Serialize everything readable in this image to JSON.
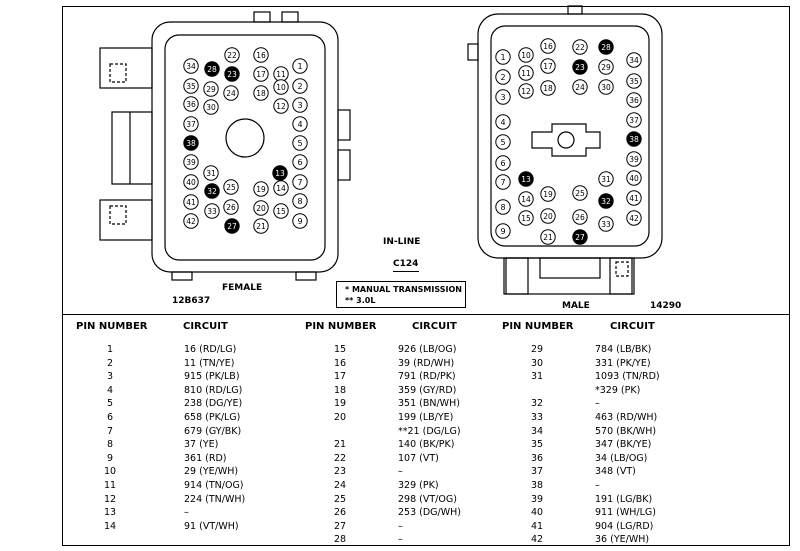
{
  "labels": {
    "female": "FEMALE",
    "female_part": "12B637",
    "inline": "IN-LINE",
    "connector": "C124",
    "male": "MALE",
    "male_part": "14290"
  },
  "note": {
    "line1": "*  MANUAL TRANSMISSION",
    "line2": "**  3.0L"
  },
  "table": {
    "headers": [
      "PIN NUMBER",
      "CIRCUIT",
      "PIN NUMBER",
      "CIRCUIT",
      "PIN NUMBER",
      "CIRCUIT"
    ],
    "col1": [
      {
        "pin": "1",
        "circuit": "16 (RD/LG)"
      },
      {
        "pin": "2",
        "circuit": "11 (TN/YE)"
      },
      {
        "pin": "3",
        "circuit": "915 (PK/LB)"
      },
      {
        "pin": "4",
        "circuit": "810 (RD/LG)"
      },
      {
        "pin": "5",
        "circuit": "238 (DG/YE)"
      },
      {
        "pin": "6",
        "circuit": "658 (PK/LG)"
      },
      {
        "pin": "7",
        "circuit": "679 (GY/BK)"
      },
      {
        "pin": "8",
        "circuit": "37 (YE)"
      },
      {
        "pin": "9",
        "circuit": "361 (RD)"
      },
      {
        "pin": "10",
        "circuit": "29 (YE/WH)"
      },
      {
        "pin": "11",
        "circuit": "914 (TN/OG)"
      },
      {
        "pin": "12",
        "circuit": "224 (TN/WH)"
      },
      {
        "pin": "13",
        "circuit": "–"
      },
      {
        "pin": "14",
        "circuit": "91 (VT/WH)"
      }
    ],
    "col2": [
      {
        "pin": "15",
        "circuit": "926 (LB/OG)"
      },
      {
        "pin": "16",
        "circuit": "39 (RD/WH)"
      },
      {
        "pin": "17",
        "circuit": "791 (RD/PK)"
      },
      {
        "pin": "18",
        "circuit": "359 (GY/RD)"
      },
      {
        "pin": "19",
        "circuit": "351 (BN/WH)"
      },
      {
        "pin": "20",
        "circuit": "199 (LB/YE)"
      },
      {
        "pin": "",
        "circuit": "**21 (DG/LG)"
      },
      {
        "pin": "21",
        "circuit": "140 (BK/PK)"
      },
      {
        "pin": "22",
        "circuit": "107 (VT)"
      },
      {
        "pin": "23",
        "circuit": "–"
      },
      {
        "pin": "24",
        "circuit": "329 (PK)"
      },
      {
        "pin": "25",
        "circuit": "298 (VT/OG)"
      },
      {
        "pin": "26",
        "circuit": "253 (DG/WH)"
      },
      {
        "pin": "27",
        "circuit": "–"
      },
      {
        "pin": "28",
        "circuit": "–"
      }
    ],
    "col3": [
      {
        "pin": "29",
        "circuit": "784 (LB/BK)"
      },
      {
        "pin": "30",
        "circuit": "331 (PK/YE)"
      },
      {
        "pin": "31",
        "circuit": "1093 (TN/RD)"
      },
      {
        "pin": "",
        "circuit": "*329 (PK)"
      },
      {
        "pin": "32",
        "circuit": "–"
      },
      {
        "pin": "33",
        "circuit": "463 (RD/WH)"
      },
      {
        "pin": "34",
        "circuit": "570 (BK/WH)"
      },
      {
        "pin": "35",
        "circuit": "347 (BK/YE)"
      },
      {
        "pin": "36",
        "circuit": "34 (LB/OG)"
      },
      {
        "pin": "37",
        "circuit": "348 (VT)"
      },
      {
        "pin": "38",
        "circuit": "–"
      },
      {
        "pin": "39",
        "circuit": "191 (LG/BK)"
      },
      {
        "pin": "40",
        "circuit": "911 (WH/LG)"
      },
      {
        "pin": "41",
        "circuit": "904 (LG/RD)"
      },
      {
        "pin": "42",
        "circuit": "36 (YE/WH)"
      }
    ]
  },
  "female_pins": {
    "filled": [
      "28",
      "23",
      "38",
      "13",
      "32",
      "27"
    ],
    "open": [
      "22",
      "16",
      "34",
      "17",
      "11",
      "1",
      "35",
      "29",
      "24",
      "18",
      "10",
      "2",
      "36",
      "30",
      "12",
      "3",
      "37",
      "4",
      "5",
      "39",
      "6",
      "31",
      "40",
      "25",
      "19",
      "14",
      "7",
      "41",
      "33",
      "26",
      "20",
      "8",
      "15",
      "42",
      "21",
      "9"
    ]
  },
  "male_pins": {
    "filled": [
      "28",
      "23",
      "38",
      "13",
      "32",
      "27"
    ],
    "open": [
      "1",
      "10",
      "16",
      "22",
      "2",
      "11",
      "17",
      "24",
      "3",
      "12",
      "18",
      "29",
      "4",
      "5",
      "6",
      "7",
      "14",
      "19",
      "25",
      "31",
      "8",
      "15",
      "20",
      "26",
      "9",
      "21",
      "33",
      "34",
      "35",
      "36",
      "37",
      "39",
      "40",
      "41",
      "42",
      "30"
    ]
  }
}
